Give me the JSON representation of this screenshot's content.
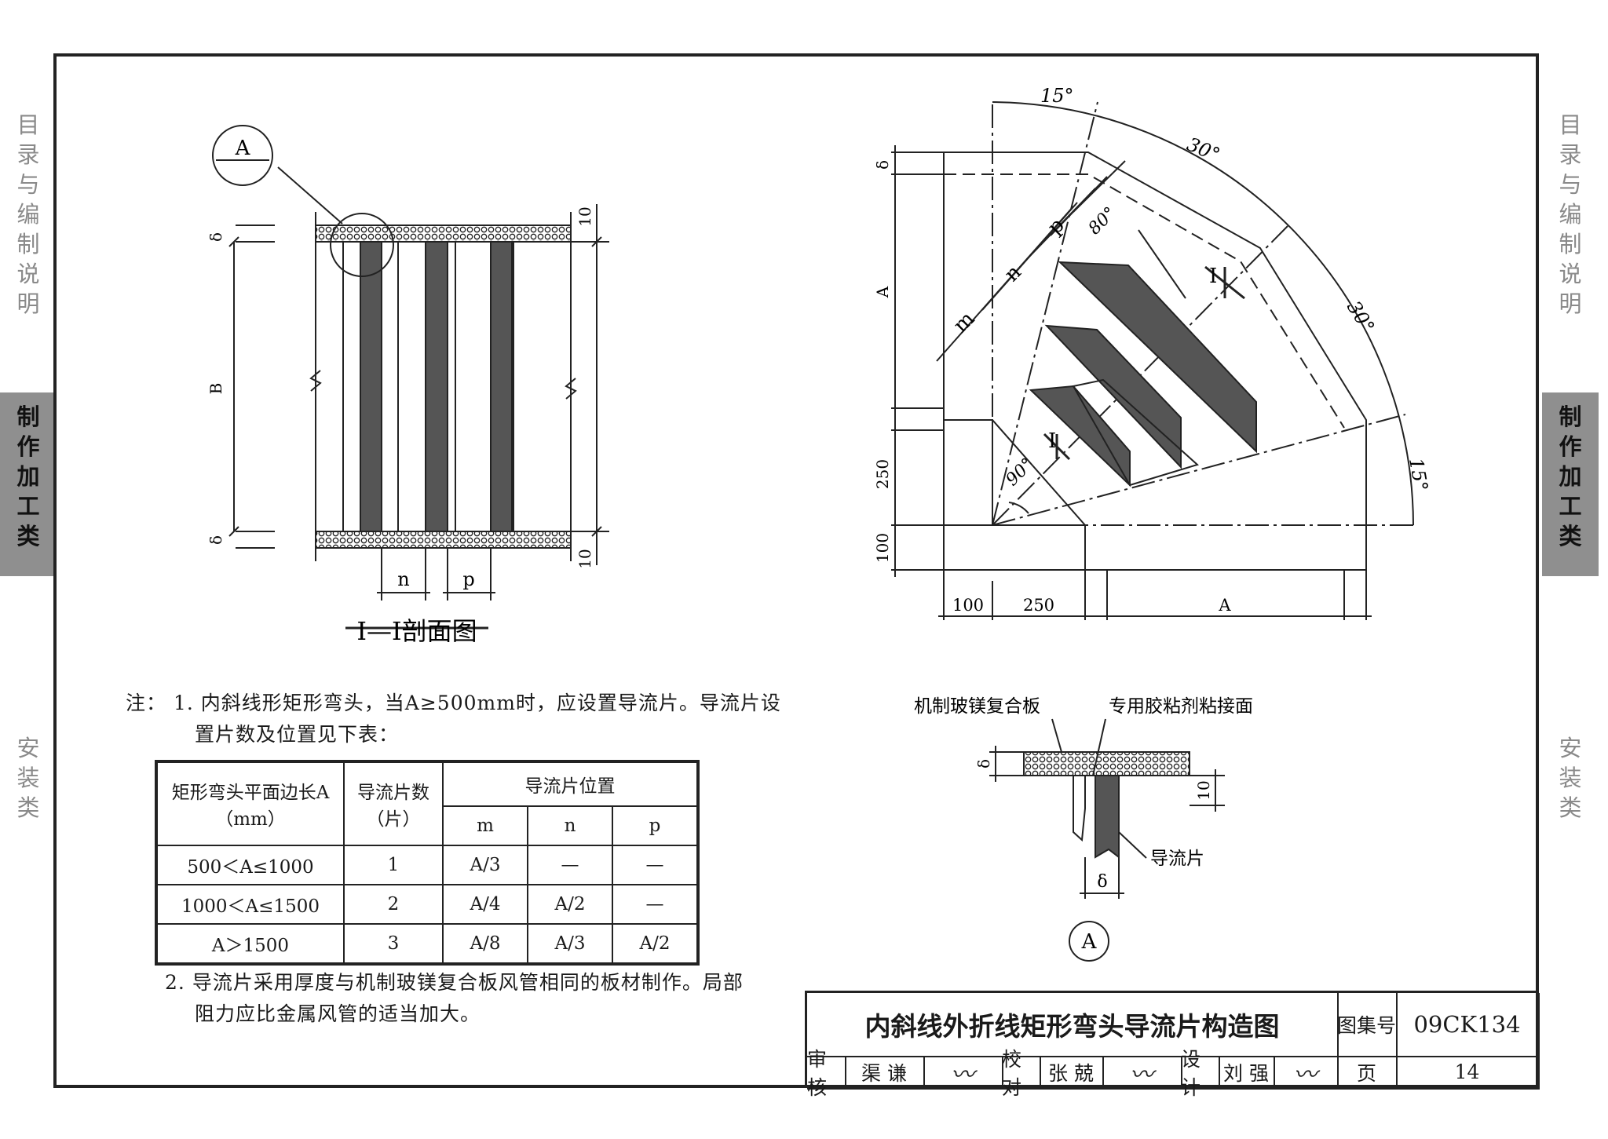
{
  "side_nav": {
    "groups": [
      {
        "label": "目录与编制说明",
        "active": false
      },
      {
        "label": "制作加工类",
        "active": true
      },
      {
        "label": "安装类",
        "active": false
      }
    ]
  },
  "section": {
    "callout_label": "A",
    "title": "Ⅰ—Ⅰ剖面图",
    "dim_delta": "δ",
    "dim_b": "B",
    "dim_n": "n",
    "dim_p": "p",
    "dim_10_top": "10",
    "dim_10_bottom": "10"
  },
  "elbow": {
    "angle_15_top": "15°",
    "angle_30_a": "30°",
    "angle_30_b": "30°",
    "angle_15_right": "15°",
    "angle_80": "80°",
    "angle_90": "90°",
    "label_m": "m",
    "label_n": "n",
    "label_p": "p",
    "label_delta": "δ",
    "label_A": "A",
    "label_250": "250",
    "label_100": "100",
    "section_mark": "Ⅰ"
  },
  "detail": {
    "label_board": "机制玻镁复合板",
    "label_glue": "专用胶粘剂粘接面",
    "label_vane": "导流片",
    "label_delta": "δ",
    "label_10": "10",
    "callout": "A"
  },
  "notes": {
    "prefix": "注：",
    "n1_num": "1.",
    "n1_line1": "内斜线形矩形弯头，当A≥500mm时，应设置导流片。导流片设",
    "n1_line2": "置片数及位置见下表：",
    "n2_num": "2.",
    "n2_line1": "导流片采用厚度与机制玻镁复合板风管相同的板材制作。局部",
    "n2_line2": "阻力应比金属风管的适当加大。"
  },
  "table": {
    "h_side": "矩形弯头平面边长A",
    "h_side_unit": "（mm）",
    "h_count": "导流片数",
    "h_count_unit": "（片）",
    "h_pos": "导流片位置",
    "h_m": "m",
    "h_n": "n",
    "h_p": "p",
    "rows": [
      {
        "range": "500＜A≤1000",
        "count": "1",
        "m": "A/3",
        "n": "—",
        "p": "—"
      },
      {
        "range": "1000＜A≤1500",
        "count": "2",
        "m": "A/4",
        "n": "A/2",
        "p": "—"
      },
      {
        "range": "A＞1500",
        "count": "3",
        "m": "A/8",
        "n": "A/3",
        "p": "A/2"
      }
    ]
  },
  "title_block": {
    "title": "内斜线外折线矩形弯头导流片构造图",
    "atlas_label": "图集号",
    "atlas_no": "09CK134",
    "review_label": "审核",
    "reviewer": "渠 谦",
    "check_label": "校对",
    "checker": "张 兢",
    "design_label": "设计",
    "designer": "刘 强",
    "page_label": "页",
    "page_no": "14"
  },
  "colors": {
    "ink": "#1a1a1a",
    "vane": "#555555",
    "tab_active": "#8f8f8f"
  }
}
